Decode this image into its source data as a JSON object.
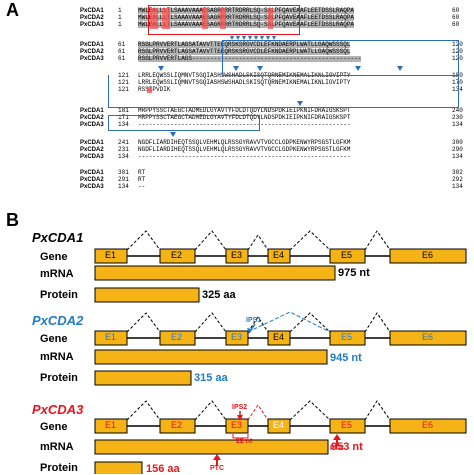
{
  "panelA": {
    "letter": "A",
    "blocks": [
      {
        "rows": [
          {
            "name": "PxCDA1",
            "start": "1",
            "seq": "MWLEALLLTLSAAAVAAAESAGRPRRTRDRRLSQ-SALPFQAVEAAFLEETDSSLRAQPA",
            "end": "60"
          },
          {
            "name": "PxCDA2",
            "start": "1",
            "seq": "MWLEALLLTLSAAAVAAAESAGRPRRTRDRRLSQ-SALPFQAVEAAFLEETDSSLRAQPA",
            "end": "60"
          },
          {
            "name": "PxCDA3",
            "start": "1",
            "seq": "MWLEALLLTLSAAAVAAAESAGRPRRTRDRRLSQ-SALPFQAVEAAFLEETDSSLRAQPA",
            "end": "60"
          }
        ]
      },
      {
        "rows": [
          {
            "name": "PxCDA1",
            "start": "61",
            "seq": "RSGLPRVVERTLAGSATAVVTTEEQRSKSRGVCDLEFKNDAERPLWATLLGAQWSSSQL",
            "end": "120"
          },
          {
            "name": "PxCDA2",
            "start": "61",
            "seq": "RSGLPRVVERTLAGSATAVVTTEEQRSKSRGVCDLEFKNDAERPLWATLLGAQWSSSQL",
            "end": "120"
          },
          {
            "name": "PxCDA3",
            "start": "61",
            "seq": "RSGLPRVVERTLAGS-----------------------------------------------",
            "end": "120"
          }
        ]
      },
      {
        "rows": [
          {
            "name": "",
            "start": "121",
            "seq": "LRRLEQWSSLIQMNVTSGQIASHSWSHADLSKISQTQRNEMIKNEMALIKNLIGVIPTY",
            "end": "180"
          },
          {
            "name": "",
            "start": "121",
            "seq": "LRRLEQWSSLIQMNVTSGQIASHSWSHADLSKISQTQRNEMIKNEMALIKNLIGVIPTY",
            "end": "170"
          },
          {
            "name": "",
            "start": "121",
            "seq": "RSSIPVDIK",
            "end": "134"
          }
        ]
      },
      {
        "rows": [
          {
            "name": "PxCDA1",
            "start": "181",
            "seq": "MRPPYSSCTAEGCTADMEDLGYAVTYFDLDTQDYLNDSPDKIEIPKNIFDRAIGSKSPT",
            "end": "240"
          },
          {
            "name": "PxCDA2",
            "start": "171",
            "seq": "MRPPYSSCTAEGCTADMEDLGYAVTYFDLDTQDYLNDSPDKIEIPKNIFDRAIGSKSPT",
            "end": "230"
          },
          {
            "name": "PxCDA3",
            "start": "134",
            "seq": "-----------------------------------------------------------",
            "end": "134"
          }
        ]
      },
      {
        "rows": [
          {
            "name": "PxCDA1",
            "start": "241",
            "seq": "NGDFLIARDIHEQTSSQLVEHMLQLRSSGYRAVVTVGCCLGDPKENWYRPSGSTLGFKM",
            "end": "300"
          },
          {
            "name": "PxCDA2",
            "start": "231",
            "seq": "NGDFLIARDIHEQTSSQLVEHMLQLRSSGYRAVVTVGCCLGDPKENWYRPSGSTLGFKM",
            "end": "290"
          },
          {
            "name": "PxCDA3",
            "start": "134",
            "seq": "-----------------------------------------------------------",
            "end": "134"
          }
        ]
      },
      {
        "rows": [
          {
            "name": "PxCDA1",
            "start": "301",
            "seq": "RT",
            "end": "302"
          },
          {
            "name": "PxCDA2",
            "start": "291",
            "seq": "RT",
            "end": "292"
          },
          {
            "name": "PxCDA3",
            "start": "134",
            "seq": "--",
            "end": "134"
          }
        ]
      }
    ]
  },
  "panelB": {
    "letter": "B",
    "cda1": {
      "title": "PxCDA1",
      "gene_label": "Gene",
      "mrna_label": "mRNA",
      "protein_label": "Protein",
      "exons": [
        "E1",
        "E2",
        "E3",
        "E4",
        "E5",
        "E6"
      ],
      "mrna_length": "975 nt",
      "protein_length": "325 aa"
    },
    "cda2": {
      "title": "PxCDA2",
      "gene_label": "Gene",
      "mrna_label": "mRNA",
      "protein_label": "Protein",
      "exons": [
        "E1",
        "E2",
        "E3",
        "E4",
        "E5",
        "E6"
      ],
      "splice_label": "IPS1",
      "mrna_length": "945 nt",
      "protein_length": "315 aa"
    },
    "cda3": {
      "title": "PxCDA3",
      "gene_label": "Gene",
      "mrna_label": "mRNA",
      "protein_label": "Protein",
      "exons": [
        "E1",
        "E2",
        "E3",
        "E4",
        "E5",
        "E6"
      ],
      "splice_label": "IPS2",
      "insert_label": "22 nt",
      "ptc_label_gene": "PTC",
      "ptc_label_mrna": "PTC",
      "mrna_length": "953 nt",
      "protein_length": "156 aa"
    },
    "colors": {
      "exon_fill": "#f5b316",
      "cda1_title": "#000000",
      "cda2_title": "#1f7bc4",
      "cda3_title": "#e8141c",
      "cda2_text": "#1f7bc4",
      "cda3_text": "#e8141c",
      "blue_box": "#2a6fb5",
      "red_box": "#e8141c"
    }
  }
}
